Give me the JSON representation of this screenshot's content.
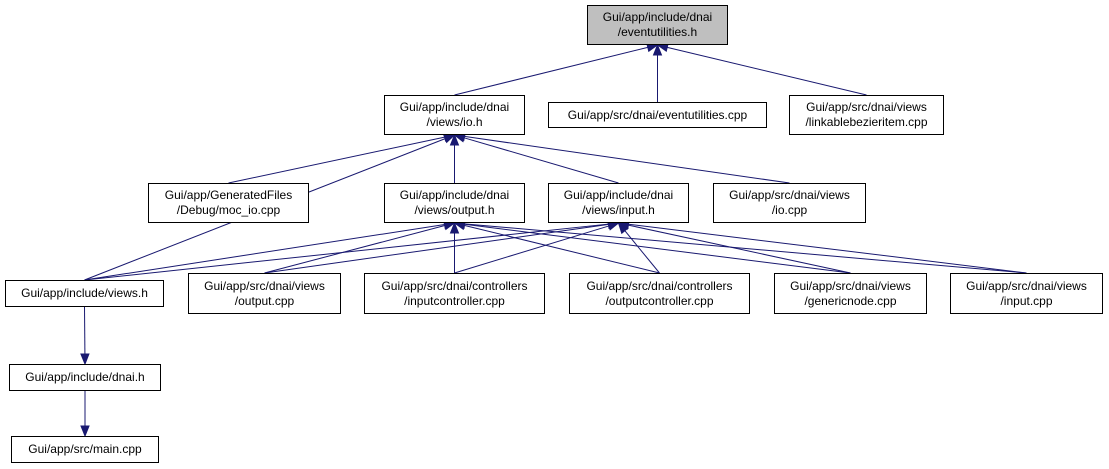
{
  "colors": {
    "edge": "#191970",
    "root_fill": "#bfbfbf",
    "node_fill": "#ffffff",
    "border": "#000000"
  },
  "nodes": {
    "eventutilities_h": {
      "lines": [
        "Gui/app/include/dnai",
        "/eventutilities.h"
      ]
    },
    "io_h": {
      "lines": [
        "Gui/app/include/dnai",
        "/views/io.h"
      ]
    },
    "eventutilities_cpp": {
      "lines": [
        "Gui/app/src/dnai/eventutilities.cpp"
      ]
    },
    "linkablebezieritem_cpp": {
      "lines": [
        "Gui/app/src/dnai/views",
        "/linkablebezieritem.cpp"
      ]
    },
    "moc_io_cpp": {
      "lines": [
        "Gui/app/GeneratedFiles",
        "/Debug/moc_io.cpp"
      ]
    },
    "output_h": {
      "lines": [
        "Gui/app/include/dnai",
        "/views/output.h"
      ]
    },
    "input_h": {
      "lines": [
        "Gui/app/include/dnai",
        "/views/input.h"
      ]
    },
    "io_cpp": {
      "lines": [
        "Gui/app/src/dnai/views",
        "/io.cpp"
      ]
    },
    "views_h": {
      "lines": [
        "Gui/app/include/views.h"
      ]
    },
    "output_cpp": {
      "lines": [
        "Gui/app/src/dnai/views",
        "/output.cpp"
      ]
    },
    "inputcontroller_cpp": {
      "lines": [
        "Gui/app/src/dnai/controllers",
        "/inputcontroller.cpp"
      ]
    },
    "outputcontroller_cpp": {
      "lines": [
        "Gui/app/src/dnai/controllers",
        "/outputcontroller.cpp"
      ]
    },
    "genericnode_cpp": {
      "lines": [
        "Gui/app/src/dnai/views",
        "/genericnode.cpp"
      ]
    },
    "input_cpp": {
      "lines": [
        "Gui/app/src/dnai/views",
        "/input.cpp"
      ]
    },
    "dnai_h": {
      "lines": [
        "Gui/app/include/dnai.h"
      ]
    },
    "main_cpp": {
      "lines": [
        "Gui/app/src/main.cpp"
      ]
    }
  },
  "edges": [
    [
      "io_h",
      "eventutilities_h"
    ],
    [
      "eventutilities_cpp",
      "eventutilities_h"
    ],
    [
      "linkablebezieritem_cpp",
      "eventutilities_h"
    ],
    [
      "moc_io_cpp",
      "io_h"
    ],
    [
      "output_h",
      "io_h"
    ],
    [
      "input_h",
      "io_h"
    ],
    [
      "io_cpp",
      "io_h"
    ],
    [
      "views_h",
      "io_h"
    ],
    [
      "views_h",
      "output_h"
    ],
    [
      "output_cpp",
      "output_h"
    ],
    [
      "inputcontroller_cpp",
      "output_h"
    ],
    [
      "outputcontroller_cpp",
      "output_h"
    ],
    [
      "genericnode_cpp",
      "output_h"
    ],
    [
      "input_cpp",
      "output_h"
    ],
    [
      "views_h",
      "input_h"
    ],
    [
      "output_cpp",
      "input_h"
    ],
    [
      "inputcontroller_cpp",
      "input_h"
    ],
    [
      "outputcontroller_cpp",
      "input_h"
    ],
    [
      "genericnode_cpp",
      "input_h"
    ],
    [
      "input_cpp",
      "input_h"
    ],
    [
      "views_h",
      "dnai_h"
    ],
    [
      "dnai_h",
      "main_cpp"
    ]
  ]
}
